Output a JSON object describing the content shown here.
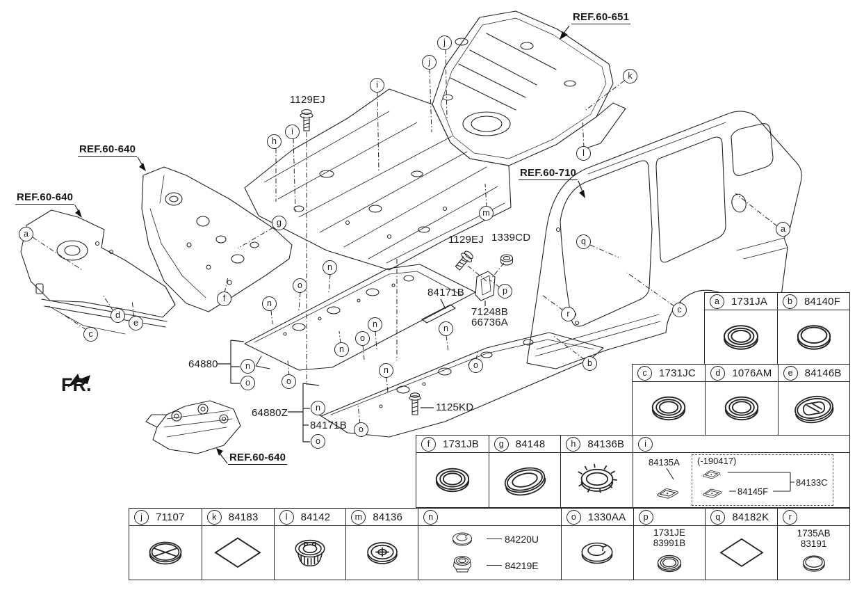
{
  "refs": {
    "r651": "REF.60-651",
    "r640_top": "REF.60-640",
    "r640_left": "REF.60-640",
    "r640_bottom": "REF.60-640",
    "r710": "REF.60-710"
  },
  "fr": "FR.",
  "letters": {
    "a": "a",
    "b": "b",
    "c": "c",
    "d": "d",
    "e": "e",
    "f": "f",
    "g": "g",
    "h": "h",
    "i": "i",
    "j": "j",
    "k": "k",
    "l": "l",
    "m": "m",
    "n": "n",
    "o": "o",
    "p": "p",
    "q": "q",
    "r": "r"
  },
  "part_labels": {
    "bolt_top": "1129EJ",
    "bolt_mid": "1129EJ",
    "nut": "1339CD",
    "strip": "84171B",
    "bracket_upper": "71248B",
    "bracket_lower": "66736A",
    "undercover": "64880",
    "undercover_z": "64880Z",
    "strip_z": "84171B",
    "bolt_lower": "1125KD"
  },
  "legend": {
    "a": "1731JA",
    "b": "84140F",
    "c": "1731JC",
    "d": "1076AM",
    "e": "84146B",
    "f": "1731JB",
    "g": "84148",
    "h": "84136B",
    "i": {
      "part": "84135A",
      "note": "(-190417)",
      "sub": "84145F",
      "assembly": "84133C"
    },
    "j": "71107",
    "k": "84183",
    "l": "84142",
    "m": "84136",
    "n": {
      "top": "84220U",
      "bottom": "84219E"
    },
    "o": "1330AA",
    "p": {
      "line1": "1731JE",
      "line2": "83991B"
    },
    "q": "84182K",
    "r": {
      "line1": "1735AB",
      "line2": "83191"
    }
  }
}
